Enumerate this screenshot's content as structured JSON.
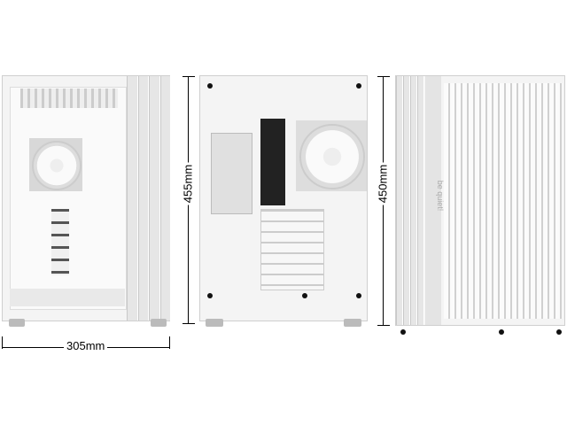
{
  "dimensions": {
    "width": "305mm",
    "height_back": "455mm",
    "height_front": "450mm"
  },
  "brand": "be quiet!"
}
